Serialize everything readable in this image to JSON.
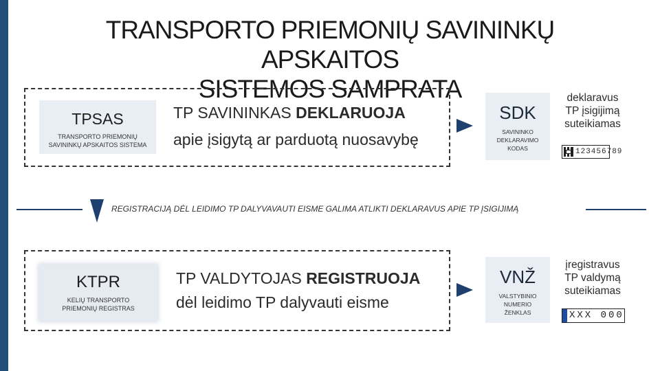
{
  "title": {
    "line1": "TRANSPORTO PRIEMONIŲ SAVININKŲ APSKAITOS",
    "line2": "SISTEMOS SAMPRATA"
  },
  "top_section": {
    "register_code": "TPSAS",
    "register_desc_line1": "TRANSPORTO PRIEMONIŲ",
    "register_desc_line2": "SAVININKŲ APSKAITOS SISTEMA",
    "statement_prefix": "TP SAVININKAS ",
    "statement_bold": "DEKLARUOJA",
    "statement_line2": "apie įsigytą ar parduotą nuosavybę",
    "code": "SDK",
    "code_desc_line1": "SAVININKO",
    "code_desc_line2": "DEKLARAVIMO",
    "code_desc_line3": "KODAS",
    "note_line1": "deklaravus",
    "note_line2": "TP įsigijimą",
    "note_line3": "suteikiamas",
    "plate_value": "123456789"
  },
  "divider": {
    "text": "REGISTRACIJĄ DĖL LEIDIMO TP DALYVAVAUTI EISME GALIMA ATLIKTI DEKLARAVUS APIE TP ĮSIGIJIMĄ"
  },
  "bottom_section": {
    "register_code": "KTPR",
    "register_desc_line1": "KELIŲ TRANSPORTO",
    "register_desc_line2": "PRIEMONIŲ REGISTRAS",
    "statement_prefix": "TP VALDYTOJAS ",
    "statement_bold": "REGISTRUOJA",
    "statement_line2": "dėl leidimo TP dalyvauti eisme",
    "code": "VNŽ",
    "code_desc_line1": "VALSTYBINIO",
    "code_desc_line2": "NUMERIO",
    "code_desc_line3": "ŽENKLAS",
    "note_line1": "įregistravus",
    "note_line2": "TP valdymą",
    "note_line3": "suteikiamas",
    "plate_value": "XXX 000"
  },
  "colors": {
    "accent": "#1f4e79",
    "arrow": "#1f3f6e",
    "box_fill": "#e9eef5"
  }
}
